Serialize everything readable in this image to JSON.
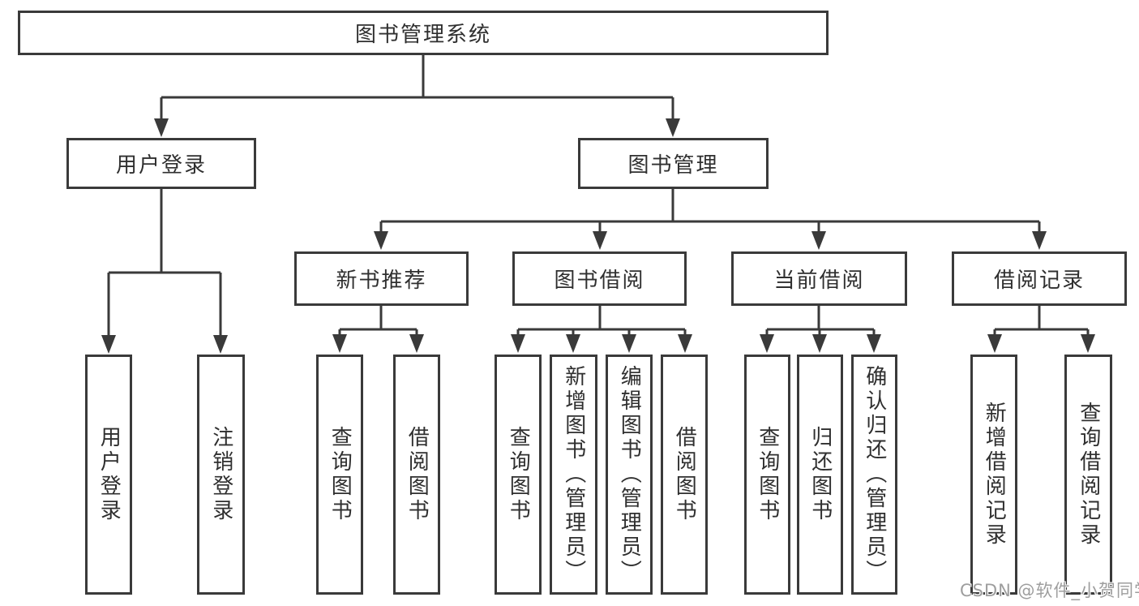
{
  "diagram": {
    "type": "hierarchy-flowchart",
    "root": {
      "label": "图书管理系统"
    },
    "branches": [
      {
        "label": "用户登录"
      },
      {
        "label": "图书管理"
      }
    ],
    "groups": [
      {
        "label": "新书推荐",
        "parent": "图书管理"
      },
      {
        "label": "图书借阅",
        "parent": "图书管理"
      },
      {
        "label": "当前借阅",
        "parent": "图书管理"
      },
      {
        "label": "借阅记录",
        "parent": "图书管理"
      }
    ],
    "leaves": [
      {
        "label": "用户登录",
        "parent": "用户登录"
      },
      {
        "label": "注销登录",
        "parent": "用户登录"
      },
      {
        "label": "查询图书",
        "parent": "新书推荐"
      },
      {
        "label": "借阅图书",
        "parent": "新书推荐"
      },
      {
        "label": "查询图书",
        "parent": "图书借阅"
      },
      {
        "label": "新增图书（管理员）",
        "parent": "图书借阅"
      },
      {
        "label": "编辑图书（管理员）",
        "parent": "图书借阅"
      },
      {
        "label": "借阅图书",
        "parent": "图书借阅"
      },
      {
        "label": "查询图书",
        "parent": "当前借阅"
      },
      {
        "label": "归还图书",
        "parent": "当前借阅"
      },
      {
        "label": "确认归还（管理员）",
        "parent": "当前借阅"
      },
      {
        "label": "新增借阅记录",
        "parent": "借阅记录"
      },
      {
        "label": "查询借阅记录",
        "parent": "借阅记录"
      }
    ]
  },
  "watermark": "CSDN @软件_小贺同学",
  "colors": {
    "line": "#3a3a3a",
    "text": "#2f2f2f",
    "watermark": "#9e9e9e",
    "background": "#ffffff"
  }
}
